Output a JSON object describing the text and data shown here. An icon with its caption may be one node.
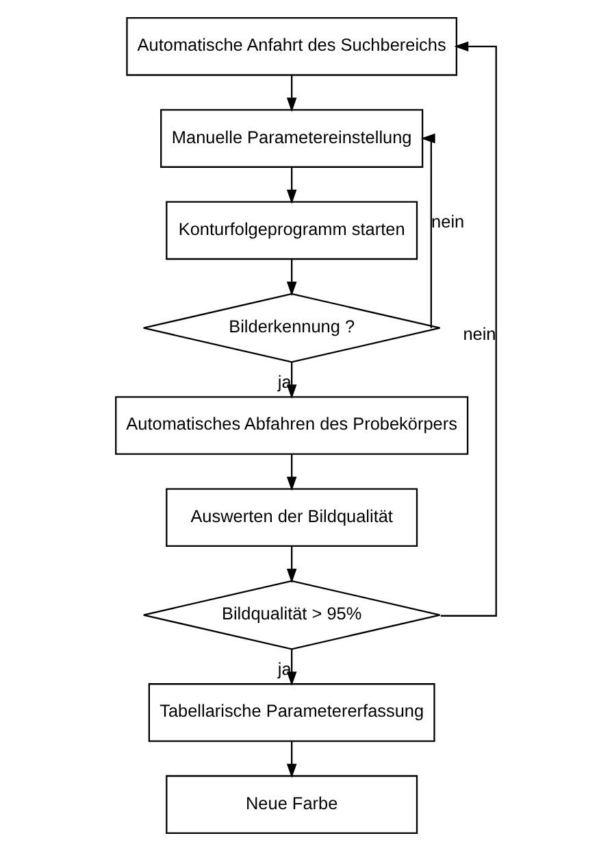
{
  "diagram": {
    "nodes": [
      {
        "text": [
          "Automatische Anfahrt des Suchbereichs"
        ]
      },
      {
        "text": [
          "Manuelle Parametereinstellung"
        ]
      },
      {
        "text": [
          "Konturfolgeprogramm starten"
        ]
      },
      {
        "text": [
          "Bilderkennung ?"
        ]
      },
      {
        "text": [
          "Automatisches Abfahren des Probekörpers"
        ]
      },
      {
        "text": [
          "Auswerten der Bildqualität"
        ]
      },
      {
        "text": [
          "Bildqualität > 95%"
        ]
      },
      {
        "text": [
          "Tabellarische Parametererfassung"
        ]
      },
      {
        "text": [
          "Neue Farbe"
        ]
      }
    ],
    "edges": [
      {
        "from": 0,
        "to": 1,
        "arrow": "to"
      },
      {
        "from": 1,
        "to": 2,
        "arrow": "to"
      },
      {
        "from": 2,
        "to": 3,
        "arrow": "to"
      },
      {
        "from": 3,
        "to": 4,
        "arrow": "to",
        "label": "ja"
      },
      {
        "from": 3,
        "to": 1,
        "arrow": "to",
        "label": "nein"
      },
      {
        "from": 4,
        "to": 5,
        "arrow": "to"
      },
      {
        "from": 5,
        "to": 6,
        "arrow": "to"
      },
      {
        "from": 6,
        "to": 7,
        "arrow": "to",
        "label": "ja"
      },
      {
        "from": 6,
        "to": 0,
        "arrow": "to",
        "label": "nein"
      },
      {
        "from": 7,
        "to": 8,
        "arrow": "to"
      }
    ]
  }
}
